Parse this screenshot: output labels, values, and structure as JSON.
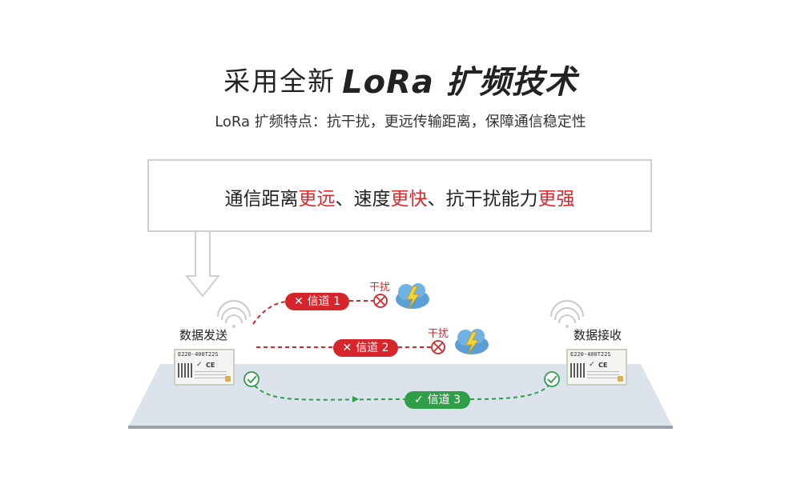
{
  "header": {
    "title_normal": "采用全新",
    "title_bold": "LoRa 扩频技术",
    "subtitle": "LoRa 扩频特点：抗干扰，更远传输距离，保障通信稳定性"
  },
  "callout": {
    "parts": [
      {
        "text": "通信距离",
        "highlight": false
      },
      {
        "text": "更远",
        "highlight": true
      },
      {
        "text": "、速度",
        "highlight": false
      },
      {
        "text": "更快",
        "highlight": true
      },
      {
        "text": "、抗干扰能力",
        "highlight": false
      },
      {
        "text": "更强",
        "highlight": true
      }
    ]
  },
  "diagram": {
    "sender_label": "数据发送",
    "receiver_label": "数据接收",
    "module_model": "E220-400T22S",
    "module_cert": "CE",
    "channels": [
      {
        "label": "信道 1",
        "status": "blocked",
        "mark": "✕"
      },
      {
        "label": "信道 2",
        "status": "blocked",
        "mark": "✕"
      },
      {
        "label": "信道 3",
        "status": "ok",
        "mark": "✓"
      }
    ],
    "interference_label": "干扰"
  },
  "colors": {
    "accent_red": "#d7252c",
    "accent_green": "#2e9e47",
    "platform": "#dde3ec",
    "platform_edge": "#98a3b0"
  }
}
